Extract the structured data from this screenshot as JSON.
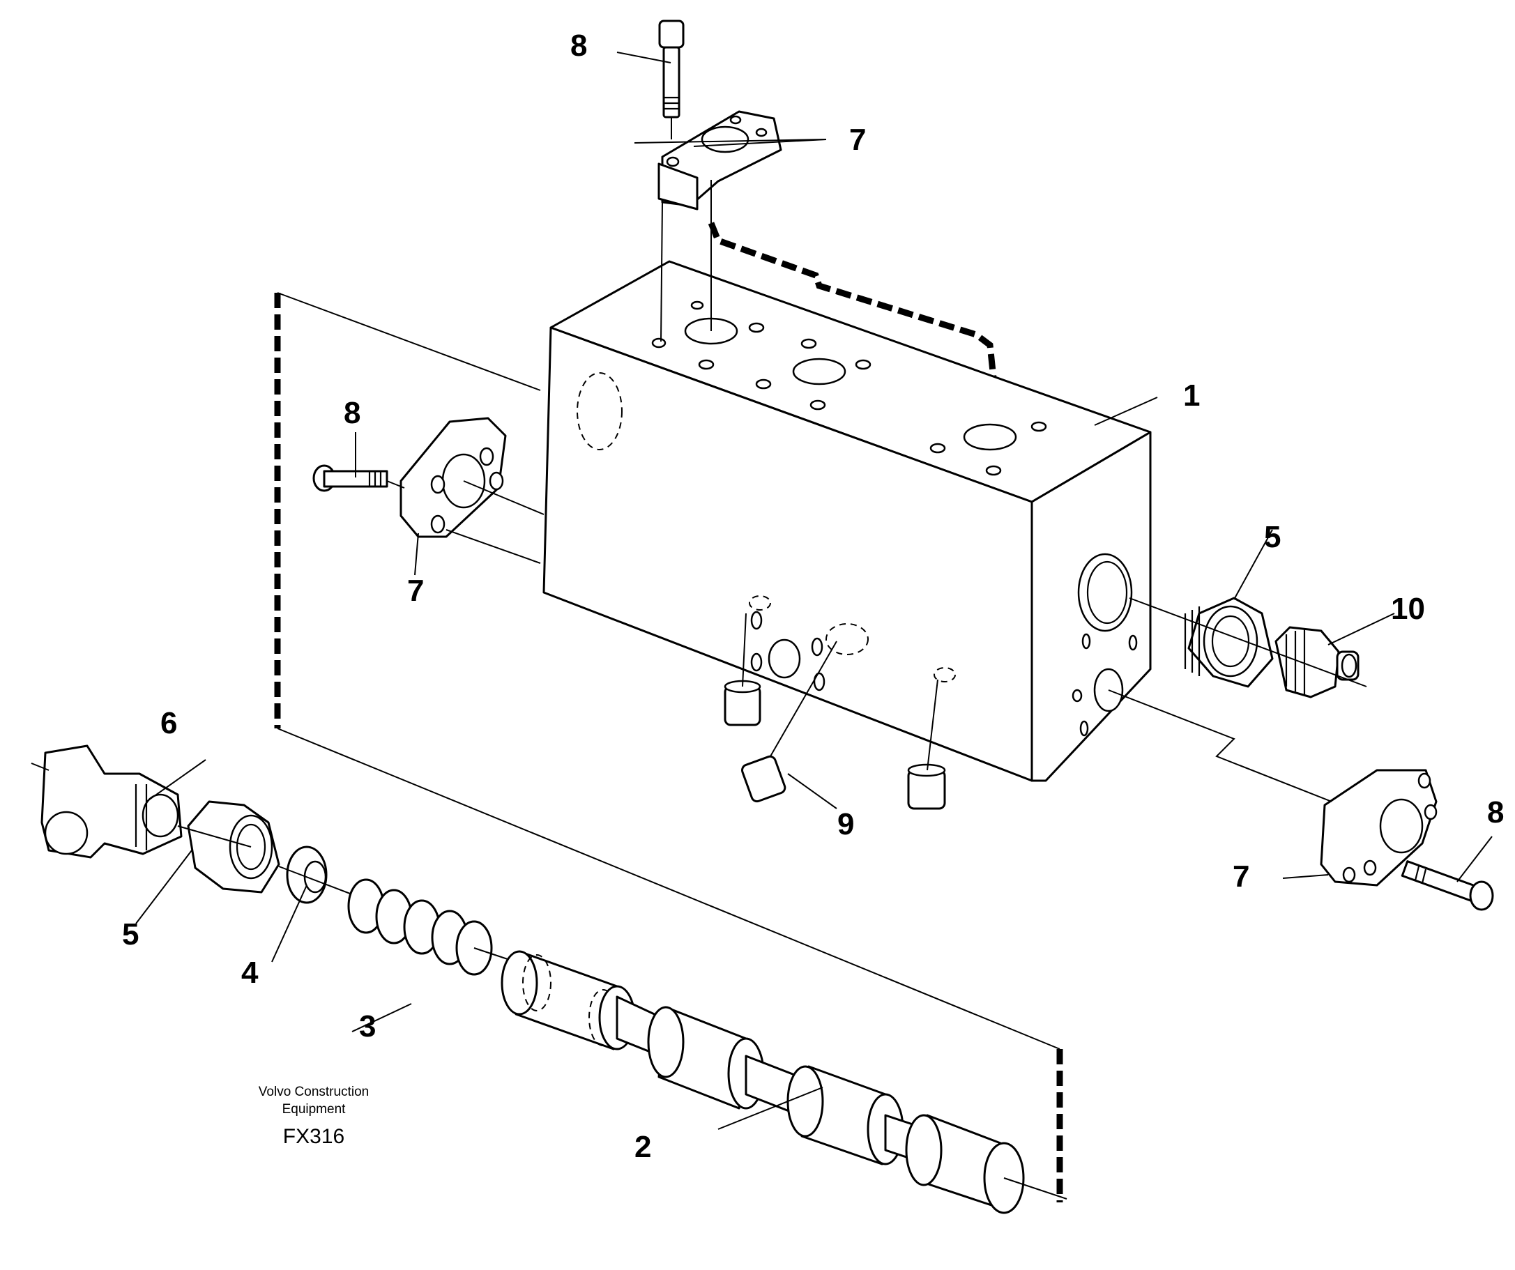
{
  "diagram": {
    "callouts": {
      "c1": "1",
      "c2": "2",
      "c3": "3",
      "c4": "4",
      "c5_left": "5",
      "c5_right": "5",
      "c6": "6",
      "c7_top": "7",
      "c7_left": "7",
      "c7_right": "7",
      "c8_top": "8",
      "c8_left": "8",
      "c8_right": "8",
      "c9": "9",
      "c10": "10"
    },
    "credit": {
      "line1": "Volvo Construction",
      "line2": "Equipment",
      "code": "FX316"
    }
  }
}
